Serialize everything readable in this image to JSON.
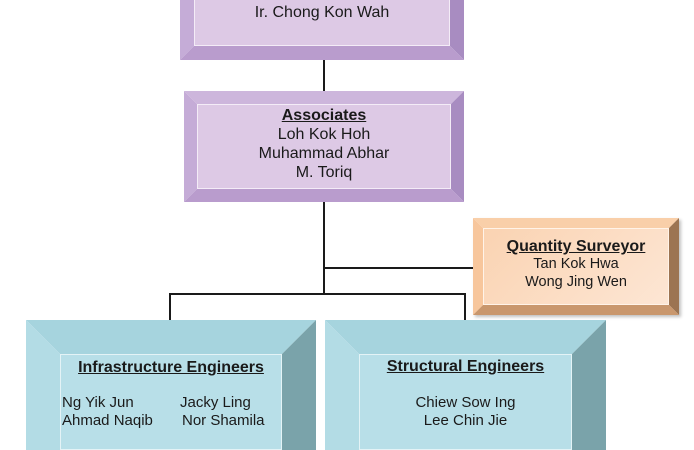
{
  "org_chart": {
    "director": {
      "title": "",
      "name": "Ir. Chong Kon Wah"
    },
    "associates": {
      "title": "Associates",
      "members": [
        "Loh Kok Hoh",
        "Muhammad Abhar",
        "M. Toriq"
      ]
    },
    "quantity_surveyor": {
      "title": "Quantity Surveyor",
      "members": [
        "Tan Kok Hwa",
        "Wong Jing Wen"
      ]
    },
    "infrastructure_engineers": {
      "title": "Infrastructure Engineers",
      "members_col1": [
        "Ng Yik Jun",
        "Ahmad Naqib"
      ],
      "members_col2": [
        "Jacky Ling",
        "Nor Shamila"
      ]
    },
    "structural_engineers": {
      "title": "Structural Engineers",
      "members": [
        "Chiew Sow Ing",
        "Lee Chin Jie"
      ]
    },
    "colors": {
      "management_box": "#ddc9e5",
      "qs_box": "#fad3b2",
      "engineer_box": "#b8dfe8",
      "connector": "#1a1a1a"
    }
  }
}
